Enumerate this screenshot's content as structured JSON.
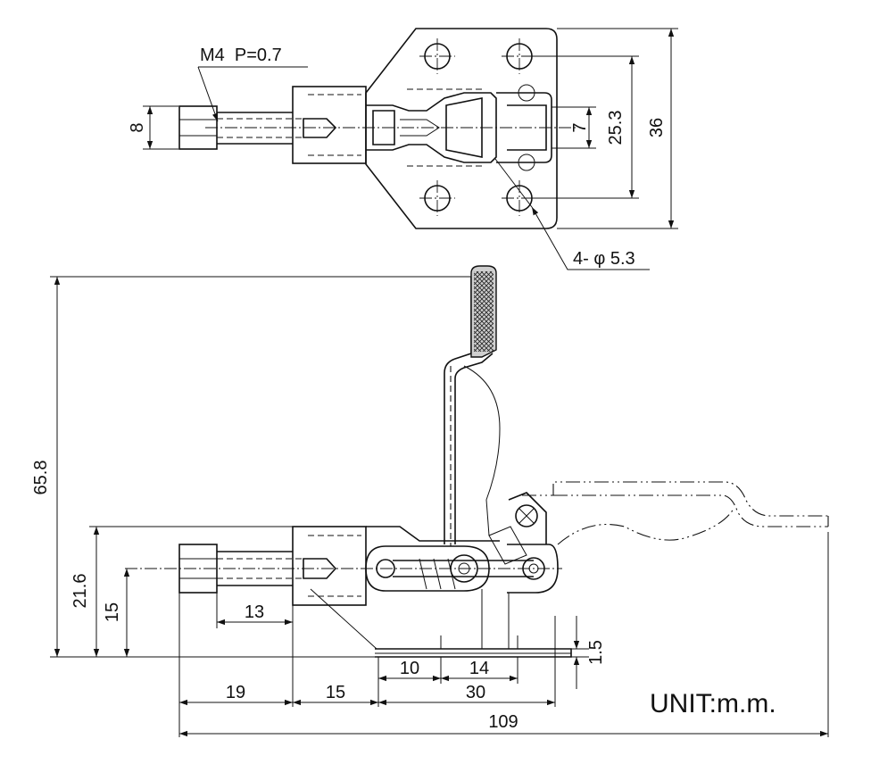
{
  "drawing": {
    "unit_label": "UNIT:m.m.",
    "thread_callout": "M4  P=0.7",
    "hole_callout": "4- φ 5.3",
    "top_view_dims": {
      "hex_width": "8",
      "slot_width": "7",
      "hole_spacing": "25.3",
      "base_width": "36"
    },
    "side_view_dims": {
      "overall_height": "65.8",
      "base_height": "21.6",
      "spindle_height": "15",
      "thread_length": "13",
      "spindle_offset": "19",
      "body_length": "15",
      "hole_offset": "10",
      "hole_pitch": "14",
      "mount_length": "30",
      "overall_length": "109",
      "base_thickness": "1.5"
    }
  }
}
